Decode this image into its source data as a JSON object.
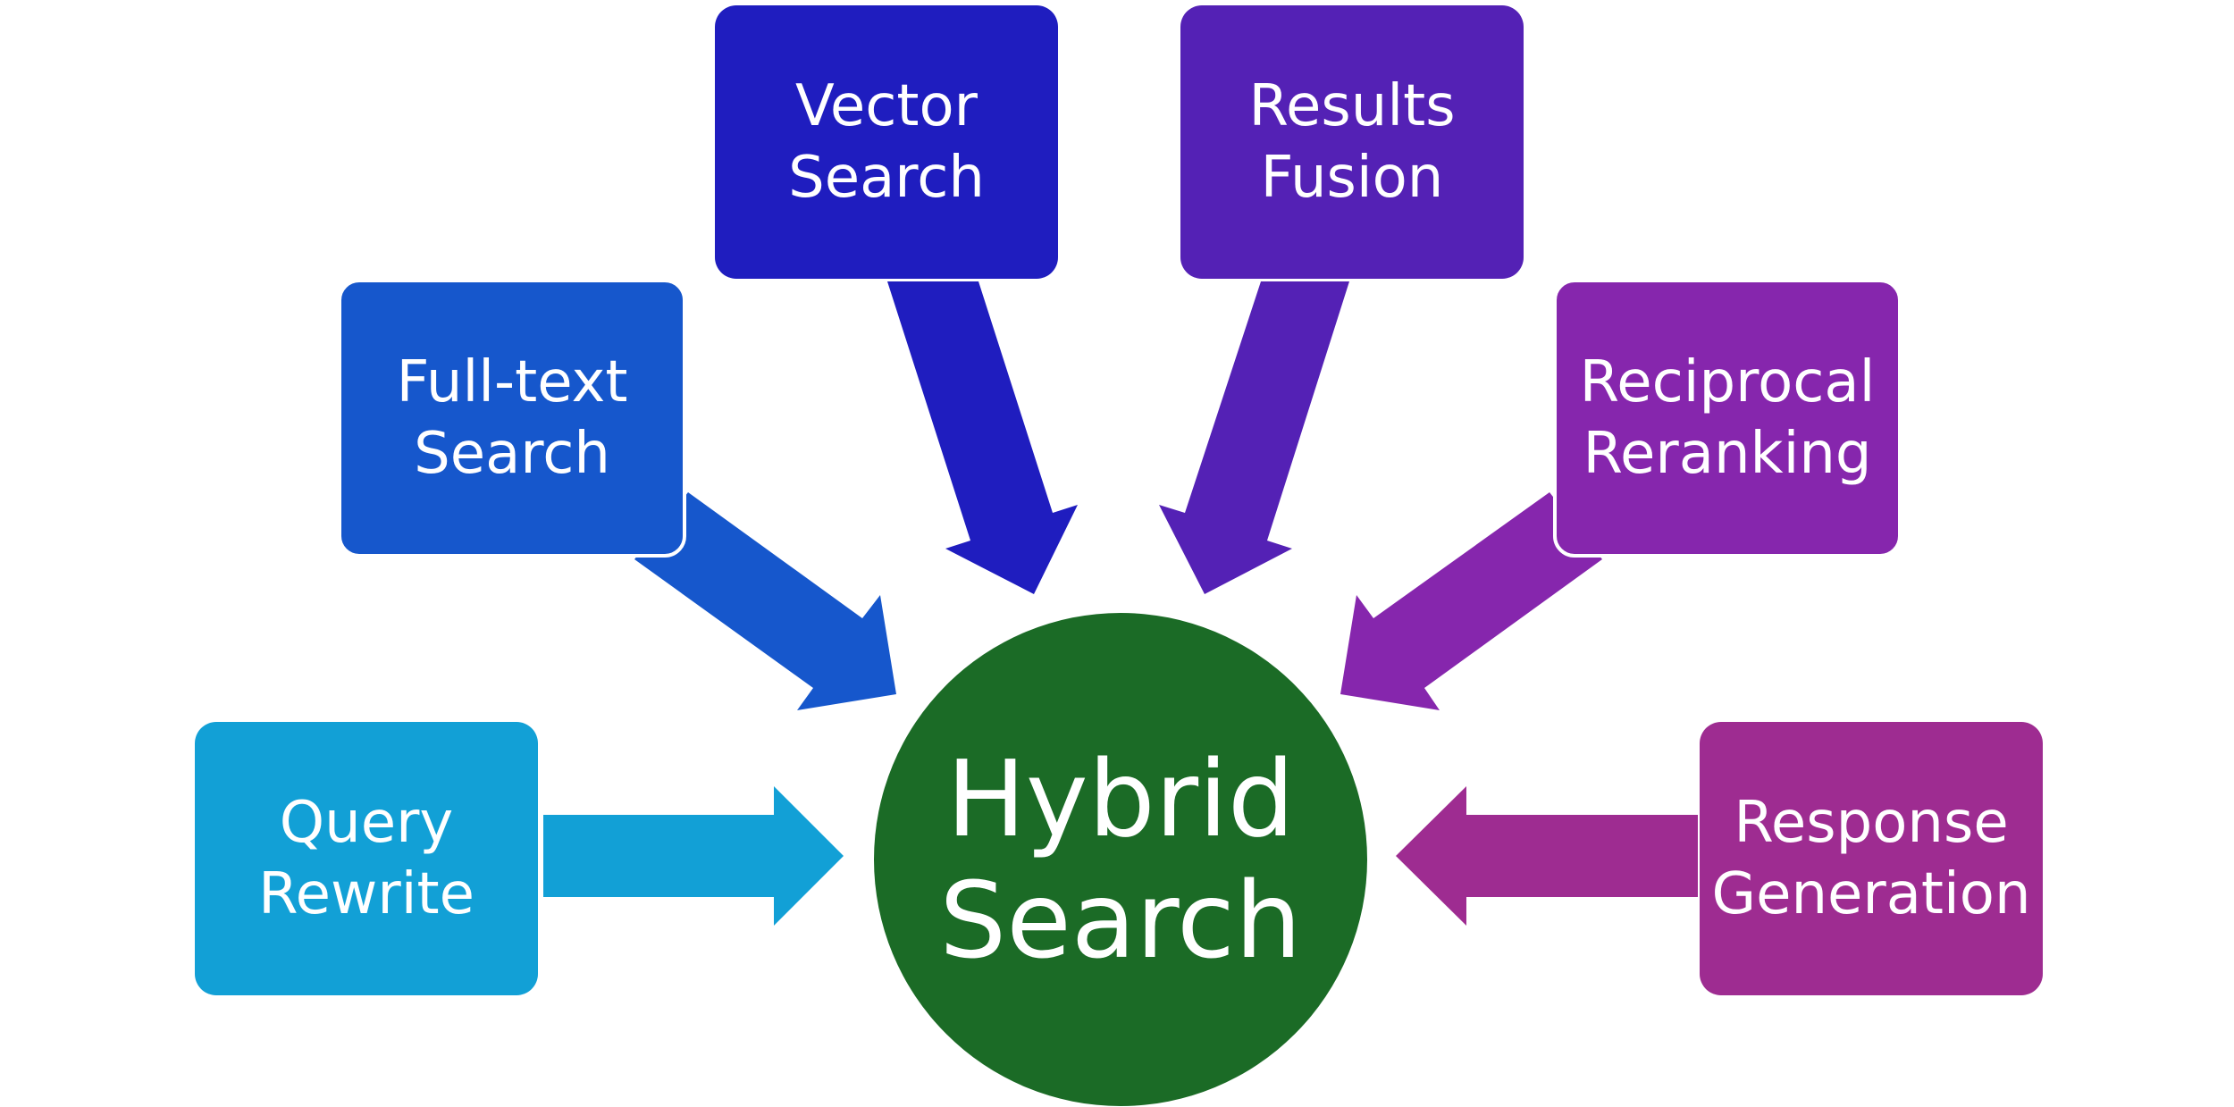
{
  "center": {
    "line1": "Hybrid",
    "line2": "Search",
    "color": "#1b6b26"
  },
  "steps": [
    {
      "id": "query-rewrite",
      "line1": "Query",
      "line2": "Rewrite",
      "color": "#12a0d6"
    },
    {
      "id": "full-text-search",
      "line1": "Full-text",
      "line2": "Search",
      "color": "#1657cc"
    },
    {
      "id": "vector-search",
      "line1": "Vector",
      "line2": "Search",
      "color": "#1f1dbf"
    },
    {
      "id": "results-fusion",
      "line1": "Results",
      "line2": "Fusion",
      "color": "#5421b5"
    },
    {
      "id": "reciprocal-reranking",
      "line1": "Reciprocal",
      "line2": "Reranking",
      "color": "#8626ad"
    },
    {
      "id": "response-generation",
      "line1": "Response",
      "line2": "Generation",
      "color": "#9e2c91"
    }
  ]
}
